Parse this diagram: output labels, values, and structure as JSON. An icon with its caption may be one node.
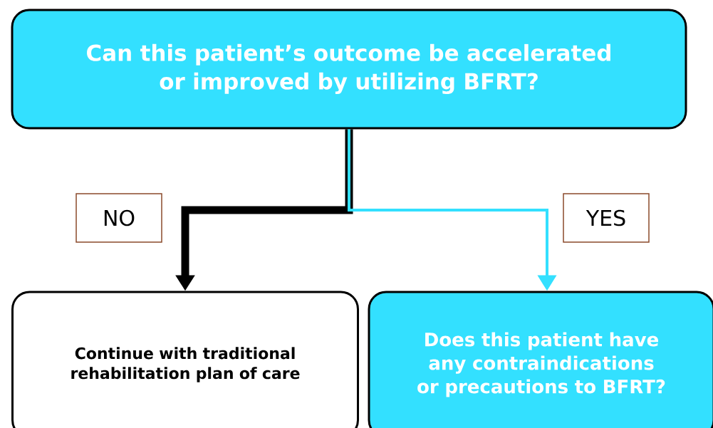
{
  "diagram": {
    "nodes": [
      {
        "text": [
          "Can this patient’s outcome be accelerated or improved by utilizing BFRT?"
        ]
      },
      {
        "text": [
          "Continue with traditional rehabilitation plan of care"
        ]
      },
      {
        "text": [
          "Does this patient have any contraindications or precautions to BFRT?"
        ]
      }
    ],
    "edges": [
      {
        "from": 0,
        "to": 1,
        "arrow": "to",
        "label": "NO",
        "style": "thick",
        "color": "#000000"
      },
      {
        "from": 0,
        "to": 2,
        "arrow": "to",
        "label": "YES",
        "color": "#33e0ff"
      }
    ]
  }
}
